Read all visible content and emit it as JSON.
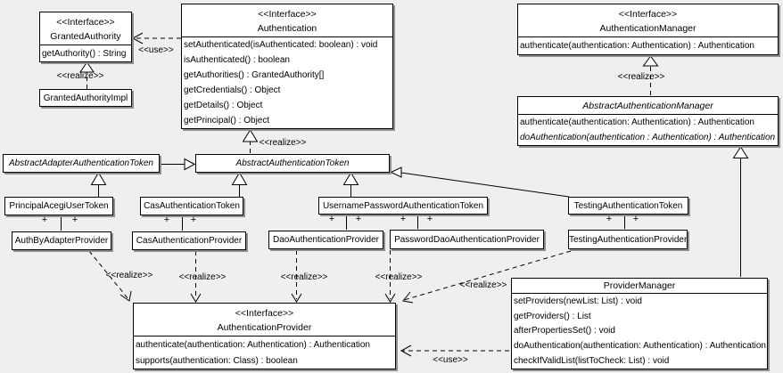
{
  "colors": {
    "background": "#efefef",
    "box_fill": "#ffffff",
    "box_border": "#000000",
    "box_shadow": "#8f8f8f",
    "line": "#000000"
  },
  "labels": {
    "realize": "<<realize>>",
    "use": "<<use>>",
    "plus": "+"
  },
  "classes": {
    "granted_authority": {
      "stereotype": "<<Interface>>",
      "name": "GrantedAuthority",
      "methods": [
        "getAuthority() : String"
      ]
    },
    "granted_authority_impl": {
      "name": "GrantedAuthorityImpl"
    },
    "authentication": {
      "stereotype": "<<Interface>>",
      "name": "Authentication",
      "methods": [
        "setAuthenticated(isAuthenticated: boolean) : void",
        "isAuthenticated() : boolean",
        "getAuthorities() : GrantedAuthority[]",
        "getCredentials() : Object",
        "getDetails() : Object",
        "getPrincipal() : Object"
      ]
    },
    "authentication_manager": {
      "stereotype": "<<Interface>>",
      "name": "AuthenticationManager",
      "methods": [
        "authenticate(authentication: Authentication) : Authentication"
      ]
    },
    "abstract_authentication_manager": {
      "name": "AbstractAuthenticationManager",
      "methods": [
        "authenticate(authentication: Authentication) : Authentication",
        "doAuthentication(authentication : Authentication) : Authentication"
      ]
    },
    "abstract_adapter_authentication_token": {
      "name": "AbstractAdapterAuthenticationToken"
    },
    "abstract_authentication_token": {
      "name": "AbstractAuthenticationToken"
    },
    "principal_acegi_user_token": {
      "name": "PrincipalAcegiUserToken"
    },
    "cas_authentication_token": {
      "name": "CasAuthenticationToken"
    },
    "username_password_authentication_token": {
      "name": "UsernamePasswordAuthenticationToken"
    },
    "testing_authentication_token": {
      "name": "TestingAuthenticationToken"
    },
    "auth_by_adapter_provider": {
      "name": "AuthByAdapterProvider"
    },
    "cas_authentication_provider": {
      "name": "CasAuthenticationProvider"
    },
    "dao_authentication_provider": {
      "name": "DaoAuthenticationProvider"
    },
    "password_dao_authentication_provider": {
      "name": "PasswordDaoAuthenticationProvider"
    },
    "testing_authentication_provider": {
      "name": "TestingAuthenticationProvider"
    },
    "authentication_provider": {
      "stereotype": "<<Interface>>",
      "name": "AuthenticationProvider",
      "methods": [
        "authenticate(authentication: Authentication) : Authentication",
        "supports(authentication: Class) : boolean"
      ]
    },
    "provider_manager": {
      "name": "ProviderManager",
      "methods": [
        "setProviders(newList: List) : void",
        "getProviders() : List",
        "afterPropertiesSet() : void",
        "doAuthentication(authentication: Authentication) : Authentication",
        "checkIfValidList(listToCheck: List) : void"
      ]
    }
  }
}
